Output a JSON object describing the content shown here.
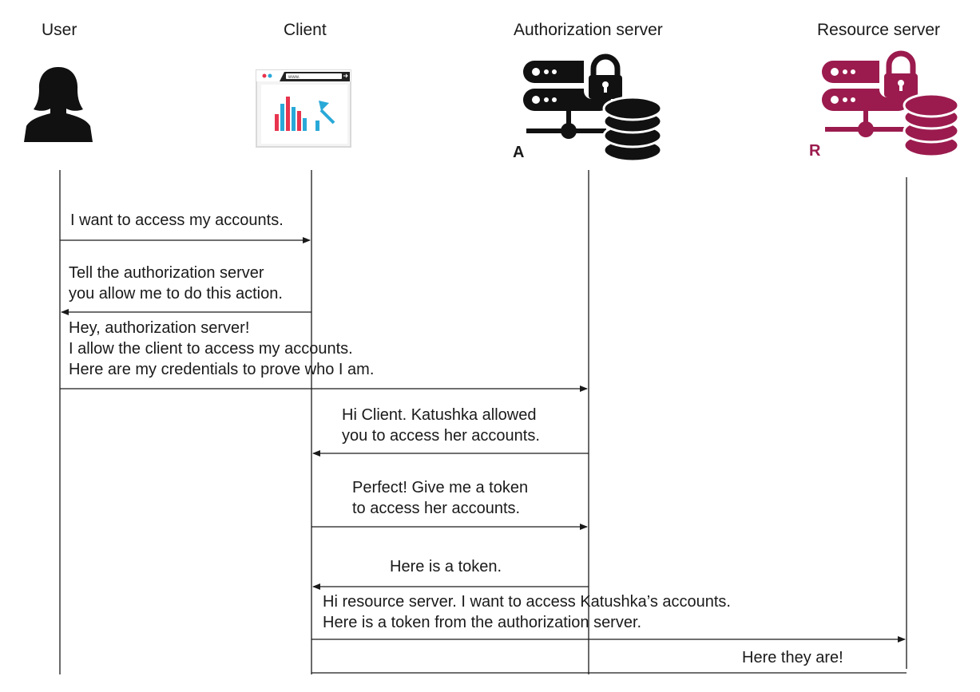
{
  "actors": [
    {
      "id": "user",
      "title": "User"
    },
    {
      "id": "client",
      "title": "Client"
    },
    {
      "id": "auth",
      "title": "Authorization server",
      "badge": "A",
      "color": "#111111"
    },
    {
      "id": "resource",
      "title": "Resource server",
      "badge": "R",
      "color": "#9b1b4e"
    }
  ],
  "client_icon": {
    "url_text": "www.",
    "bar_colors": [
      "#e8344e",
      "#29a9d8"
    ]
  },
  "messages": [
    {
      "id": "m1",
      "from": "user",
      "to": "client",
      "lines": [
        "I want to access my accounts."
      ]
    },
    {
      "id": "m2",
      "from": "client",
      "to": "user",
      "lines": [
        "Tell the authorization server",
        "you allow me to do this action."
      ]
    },
    {
      "id": "m3",
      "from": "user",
      "to": "auth",
      "lines": [
        "Hey, authorization server!",
        "I allow the client to access my accounts.",
        "Here are my credentials to prove who I am."
      ]
    },
    {
      "id": "m4",
      "from": "auth",
      "to": "client",
      "lines": [
        "Hi Client. Katushka allowed",
        "you to access her accounts."
      ]
    },
    {
      "id": "m5",
      "from": "client",
      "to": "auth",
      "lines": [
        "Perfect! Give me a token",
        "to access her accounts."
      ]
    },
    {
      "id": "m6",
      "from": "auth",
      "to": "client",
      "lines": [
        "Here is a token."
      ]
    },
    {
      "id": "m7",
      "from": "client",
      "to": "resource",
      "lines": [
        "Hi resource server. I want to access Katushka’s accounts.",
        "Here is a token from the authorization server."
      ]
    },
    {
      "id": "m8",
      "from": "resource",
      "to": "client",
      "lines": [
        "Here they are!"
      ]
    }
  ]
}
